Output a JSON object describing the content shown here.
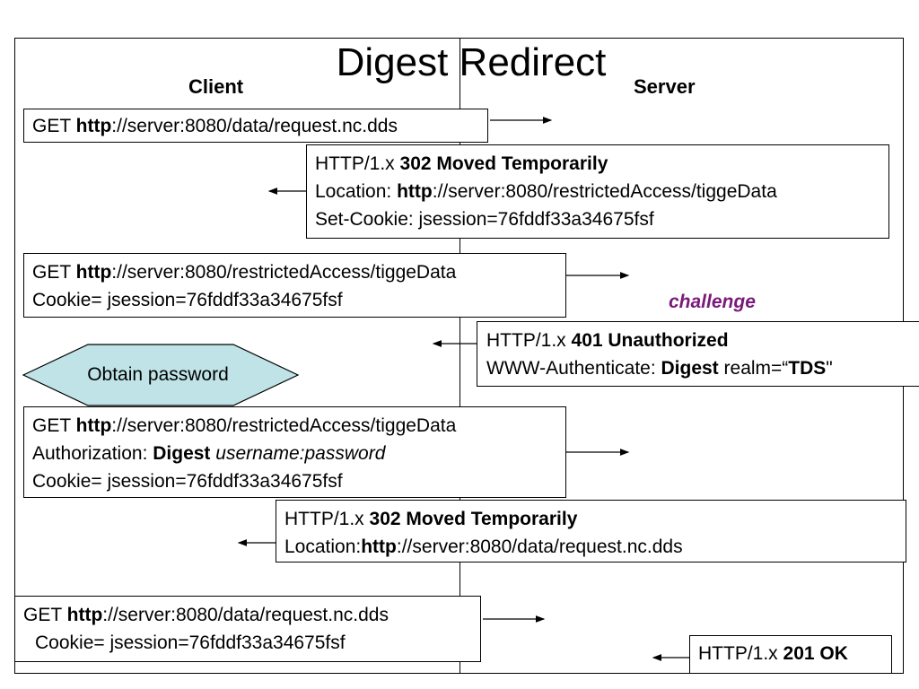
{
  "title": "Digest Redirect",
  "labels": {
    "client": "Client",
    "server": "Server",
    "challenge": "challenge"
  },
  "colors": {
    "hexagon_fill": "#bfe3e6",
    "challenge": "#7a1a7a"
  },
  "msg1": {
    "method": "GET ",
    "scheme": "http",
    "rest": "://server:8080/data/request.nc.dds"
  },
  "msg2": {
    "l1a": "HTTP/1.x ",
    "l1b": "302 Moved Temporarily",
    "l2a": "Location: ",
    "l2b": "http",
    "l2c": "://server:8080/restrictedAccess/tiggeData",
    "l3": "Set-Cookie: jsession=76fddf33a34675fsf"
  },
  "msg3": {
    "method": "GET ",
    "scheme": "http",
    "rest": "://server:8080/restrictedAccess/tiggeData",
    "cookie": "Cookie= jsession=76fddf33a34675fsf"
  },
  "msg4": {
    "l1a": "HTTP/1.x ",
    "l1b": "401 Unauthorized",
    "l2a": "WWW-Authenticate: ",
    "l2b": "Digest",
    "l2c": " realm=“",
    "l2d": "TDS",
    "l2e": "\""
  },
  "obtain_password": "Obtain password",
  "msg5": {
    "method": "GET ",
    "scheme": "http",
    "rest": "://server:8080/restrictedAccess/tiggeData",
    "auth_a": "Authorization: ",
    "auth_b": "Digest",
    "auth_c": " ",
    "auth_d": "username:password",
    "cookie": "Cookie= jsession=76fddf33a34675fsf"
  },
  "msg6": {
    "l1a": "HTTP/1.x ",
    "l1b": "302 Moved Temporarily",
    "l2a": "Location:",
    "l2b": "http",
    "l2c": "://server:8080/data/request.nc.dds"
  },
  "msg7": {
    "method": "GET ",
    "scheme": "http",
    "rest": "://server:8080/data/request.nc.dds",
    "cookie": "Cookie= jsession=76fddf33a34675fsf"
  },
  "msg8": {
    "a": "HTTP/1.x ",
    "b": "201 OK"
  }
}
